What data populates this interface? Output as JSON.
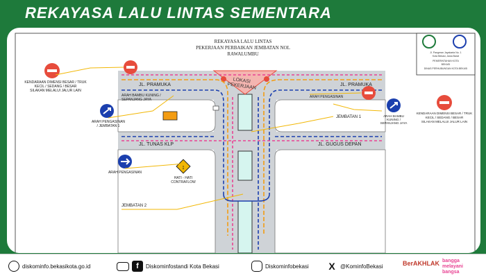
{
  "banner": {
    "title": "REKAYASA LALU LINTAS SEMENTARA"
  },
  "map": {
    "title_line1": "REKAYASA LALU LINTAS",
    "title_line2": "PEKERJAAN PERBAIKAN JEMBATAN NOL",
    "title_line3": "RAWALUMBU",
    "agency_line1": "Jl. Pangeran Jayakarta No. 1",
    "agency_line2": "Kota Bekasi, Jawa Barat",
    "agency_line3": "PEMERINTAHAN KOTA",
    "agency_line4": "BEKASI",
    "agency_line5": "DINAS PERHUBUNGAN KOTA BEKASI",
    "lokasi_label_1": "LOKASI",
    "lokasi_label_2": "PEKERJAAN",
    "streets": {
      "pramuka_left": "JL. PRAMUKA",
      "pramuka_right": "JL. PRAMUKA",
      "tunas": "JL. TUNAS KLP",
      "gugus": "JL. GUGUS DEPAN"
    },
    "notes": {
      "kendaraan_left_1": "KENDARAAN DIMENSI BESAR / TRUK",
      "kendaraan_left_2": "KECIL / SEDANG / BESAR",
      "kendaraan_left_3": "SILAKAN MELALUI JALUR LAIN",
      "kendaraan_right_1": "KENDARAAN DIMENSI BESAR / TRUK",
      "kendaraan_right_2": "KECIL / SEDANG / BESAR",
      "kendaraan_right_3": "SILAKAN MELALUI JALUR LAIN",
      "arah_bambu_left_1": "ARAH BAMBU KUNING /",
      "arah_bambu_left_2": "SEPANJANG JAYA",
      "arah_pengasinan_left_1": "ARAH PENGASINAN",
      "arah_pengasinan_left_2": "/ JEMBATAN 1",
      "arah_pengasinan_top": "ARAH PENGASINAN",
      "arah_bambu_right_1": "ARAH BAMBU",
      "arah_bambu_right_2": "KUNING /",
      "arah_bambu_right_3": "SEPANJANG JAYA",
      "arah_pengasinan_mid": "ARAH PENGASINAN",
      "hati_1": "HATI - HATI",
      "hati_2": "CONTRAFLOW",
      "jembatan1": "JEMBATAN 1",
      "jembatan2": "JEMBATAN 2"
    },
    "colors": {
      "road": "#cfd3d7",
      "median": "#d6f5ef",
      "flow": "#1b3fae",
      "contra": "#e84393",
      "work": "#e74c3c",
      "yellow": "#f2b705",
      "orange": "#f39c12"
    }
  },
  "footer": {
    "website": "diskominfo.bekasikota.go.id",
    "facebook": "Diskominfostandi Kota Bekasi",
    "instagram": "Diskominfobekasi",
    "twitter": "@KominfoBekasi",
    "berakhlak": "BerAKHLAK",
    "bangga_1": "bangga",
    "bangga_2": "melayani",
    "bangga_3": "bangsa"
  }
}
